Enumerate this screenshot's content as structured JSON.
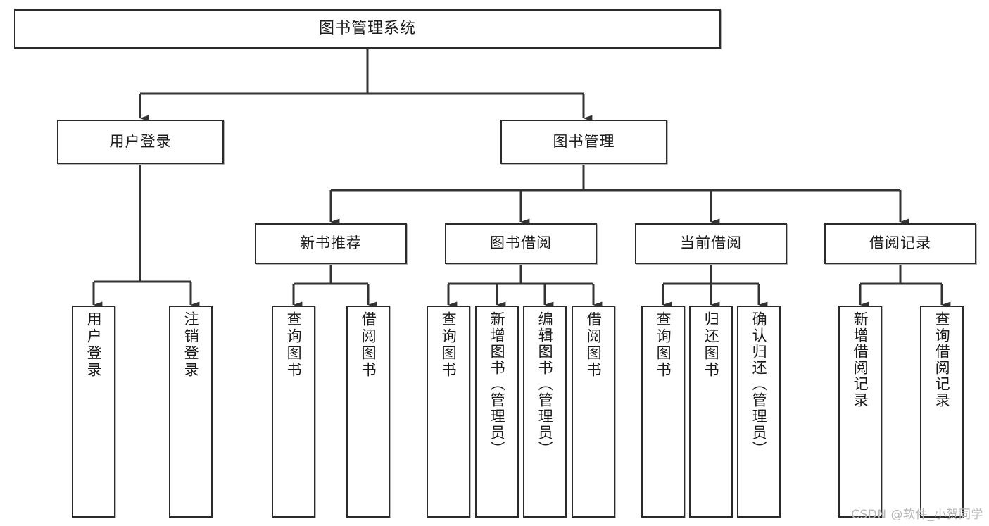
{
  "diagram": {
    "type": "tree-hierarchy",
    "title": "图书管理系统",
    "watermark": "CSDN @软件_小贺同学",
    "colors": {
      "box_border": "#2b2b2b",
      "box_fill": "#ffffff",
      "connector": "#333333",
      "text": "#1b1b1b",
      "watermark": "#b8b8b8",
      "background": "#ffffff"
    },
    "levels": {
      "root": "图书管理系统",
      "level2": [
        "用户登录",
        "图书管理"
      ],
      "level3": [
        "新书推荐",
        "图书借阅",
        "当前借阅",
        "借阅记录"
      ]
    }
  },
  "nodes": {
    "root": {
      "label": "图书管理系统"
    },
    "user_login": {
      "label": "用户登录"
    },
    "book_manage": {
      "label": "图书管理"
    },
    "new_book_rec": {
      "label": "新书推荐"
    },
    "book_borrow": {
      "label": "图书借阅"
    },
    "current_borrow": {
      "label": "当前借阅"
    },
    "borrow_record": {
      "label": "借阅记录"
    }
  },
  "leaves": {
    "user_login": [
      {
        "label": "用户登录"
      },
      {
        "label": "注销登录"
      }
    ],
    "new_book_rec": [
      {
        "label": "查询图书"
      },
      {
        "label": "借阅图书"
      }
    ],
    "book_borrow": [
      {
        "label": "查询图书"
      },
      {
        "label": "新增图书（管理员）"
      },
      {
        "label": "编辑图书（管理员）"
      },
      {
        "label": "借阅图书"
      }
    ],
    "current_borrow": [
      {
        "label": "查询图书"
      },
      {
        "label": "归还图书"
      },
      {
        "label": "确认归还（管理员）"
      }
    ],
    "borrow_record": [
      {
        "label": "新增借阅记录"
      },
      {
        "label": "查询借阅记录"
      }
    ]
  },
  "chart_data": {
    "type": "table",
    "title": "图书管理系统",
    "nodes": [
      {
        "id": "root",
        "label": "图书管理系统",
        "parent": null,
        "level": 1
      },
      {
        "id": "user_login",
        "label": "用户登录",
        "parent": "root",
        "level": 2
      },
      {
        "id": "book_manage",
        "label": "图书管理",
        "parent": "root",
        "level": 2
      },
      {
        "id": "new_book_rec",
        "label": "新书推荐",
        "parent": "book_manage",
        "level": 3
      },
      {
        "id": "book_borrow",
        "label": "图书借阅",
        "parent": "book_manage",
        "level": 3
      },
      {
        "id": "current_borrow",
        "label": "当前借阅",
        "parent": "book_manage",
        "level": 3
      },
      {
        "id": "borrow_record",
        "label": "借阅记录",
        "parent": "book_manage",
        "level": 3
      },
      {
        "id": "leaf_u1",
        "label": "用户登录",
        "parent": "user_login",
        "level": 4
      },
      {
        "id": "leaf_u2",
        "label": "注销登录",
        "parent": "user_login",
        "level": 4
      },
      {
        "id": "leaf_n1",
        "label": "查询图书",
        "parent": "new_book_rec",
        "level": 4
      },
      {
        "id": "leaf_n2",
        "label": "借阅图书",
        "parent": "new_book_rec",
        "level": 4
      },
      {
        "id": "leaf_b1",
        "label": "查询图书",
        "parent": "book_borrow",
        "level": 4
      },
      {
        "id": "leaf_b2",
        "label": "新增图书（管理员）",
        "parent": "book_borrow",
        "level": 4
      },
      {
        "id": "leaf_b3",
        "label": "编辑图书（管理员）",
        "parent": "book_borrow",
        "level": 4
      },
      {
        "id": "leaf_b4",
        "label": "借阅图书",
        "parent": "book_borrow",
        "level": 4
      },
      {
        "id": "leaf_c1",
        "label": "查询图书",
        "parent": "current_borrow",
        "level": 4
      },
      {
        "id": "leaf_c2",
        "label": "归还图书",
        "parent": "current_borrow",
        "level": 4
      },
      {
        "id": "leaf_c3",
        "label": "确认归还（管理员）",
        "parent": "current_borrow",
        "level": 4
      },
      {
        "id": "leaf_r1",
        "label": "新增借阅记录",
        "parent": "borrow_record",
        "level": 4
      },
      {
        "id": "leaf_r2",
        "label": "查询借阅记录",
        "parent": "borrow_record",
        "level": 4
      }
    ]
  }
}
